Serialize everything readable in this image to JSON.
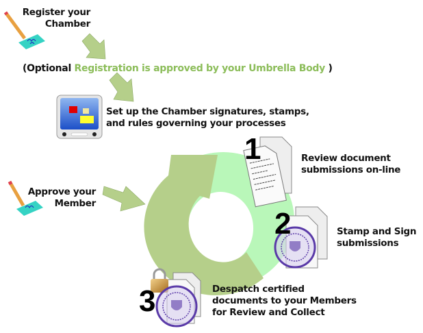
{
  "steps": {
    "register": {
      "line1": "Register your",
      "line2": "Chamber"
    },
    "optional": {
      "open": "(Optional ",
      "highlight": "Registration is approved by your Umbrella Body",
      "close": " )"
    },
    "setup": {
      "line1": "Set up the Chamber signatures, stamps,",
      "line2": "and rules governing your processes"
    },
    "approve": {
      "line1": "Approve your",
      "line2": "Member"
    },
    "review": {
      "number": "1",
      "line1": "Review document",
      "line2": "submissions on-line"
    },
    "stamp": {
      "number": "2",
      "line1": "Stamp and Sign",
      "line2": "submissions"
    },
    "despatch": {
      "number": "3",
      "line1": "Despatch certified",
      "line2": "documents to your Members",
      "line3": "for Review and Collect"
    }
  },
  "icons": [
    "pencil-paper-icon",
    "monitor-icon",
    "document-icon",
    "stamp-seal-icon",
    "padlock-icon",
    "arrow-icon",
    "cycle-arrow-icon"
  ],
  "colors": {
    "arrow_green": "#b5cf8a",
    "cycle_light": "#b9f7b9",
    "highlight_text": "#8cbd5a",
    "stamp_purple": "#5a3aa8"
  }
}
